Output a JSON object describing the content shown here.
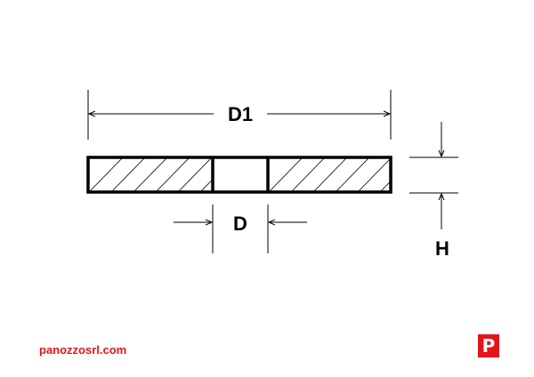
{
  "labels": {
    "d1": "D1",
    "d": "D",
    "h": "H"
  },
  "footer": {
    "website": "panozzosrl.com",
    "logo_letter": "P"
  },
  "colors": {
    "brand": "#e3141b",
    "ink": "#000000"
  }
}
